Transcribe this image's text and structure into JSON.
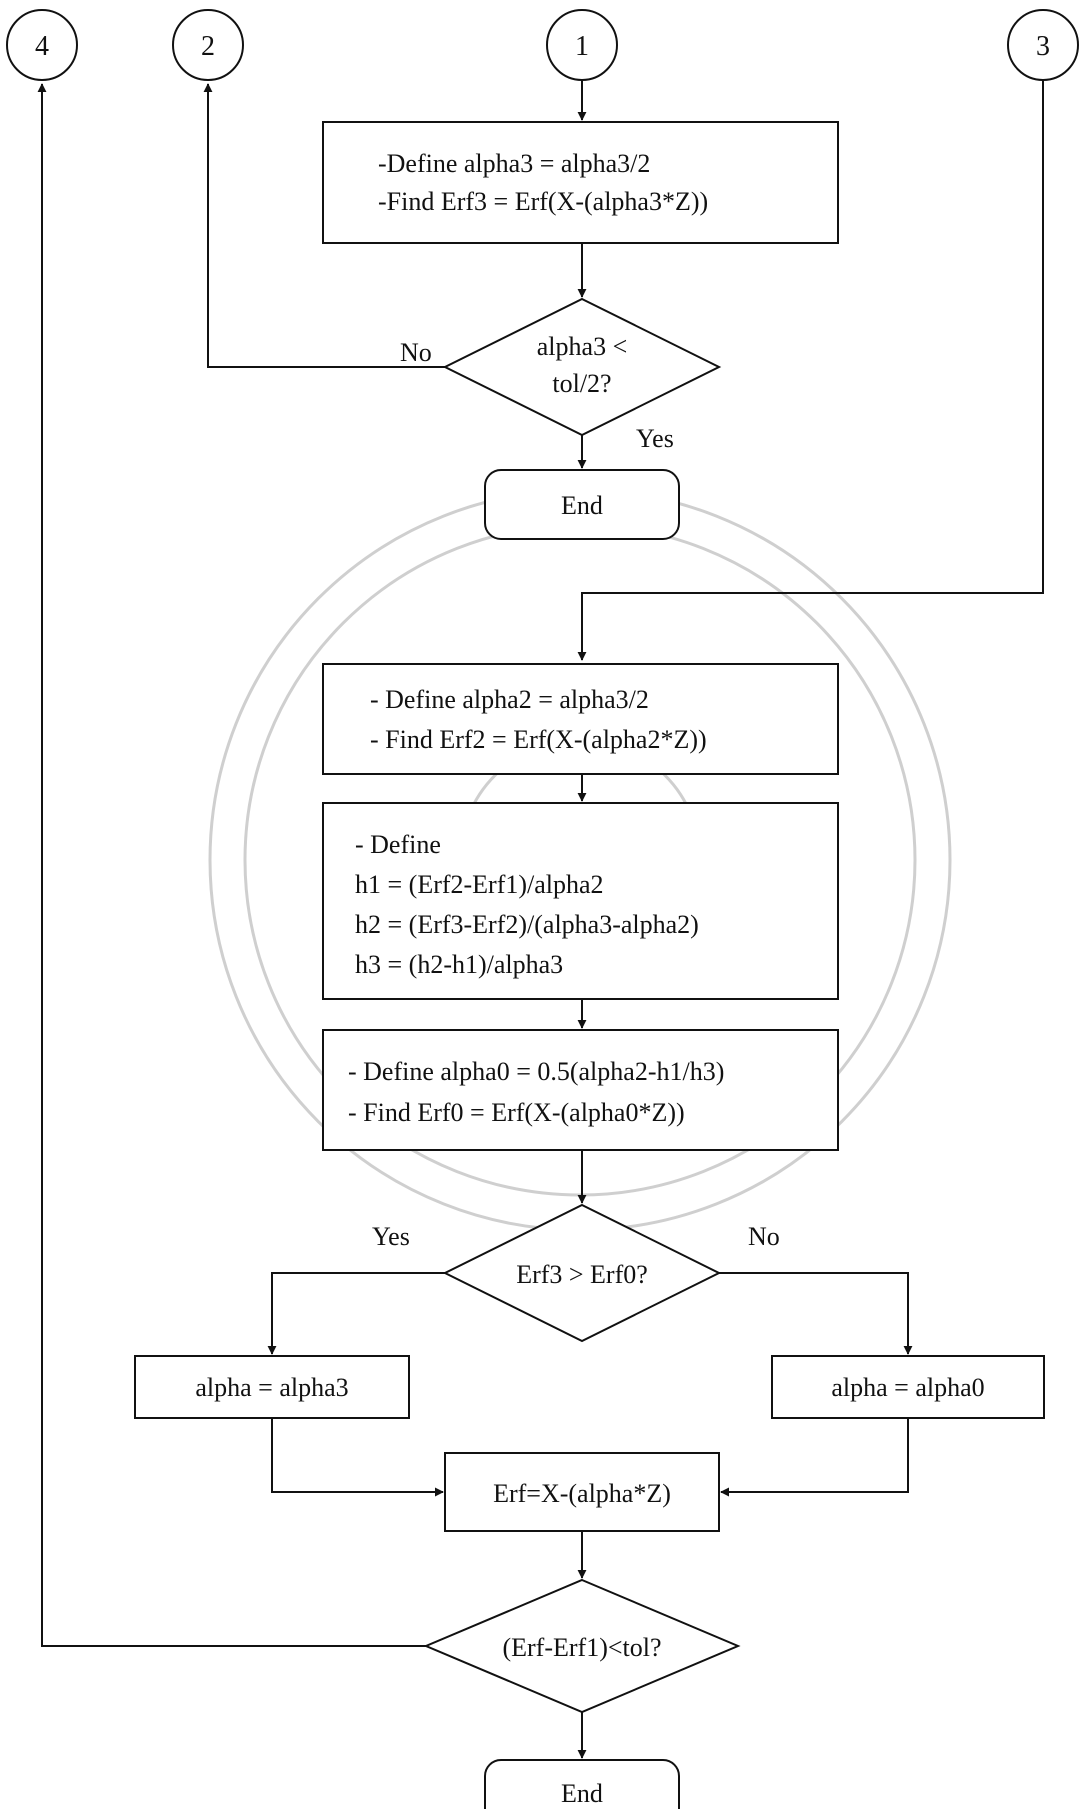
{
  "connectors": {
    "c4": "4",
    "c2": "2",
    "c1": "1",
    "c3": "3"
  },
  "top": {
    "box_line1": "-Define alpha3 = alpha3/2",
    "box_line2": "-Find Erf3 = Erf(X-(alpha3*Z))",
    "decision_line1": "alpha3 <",
    "decision_line2": "tol/2?",
    "no_label": "No",
    "yes_label": "Yes",
    "end": "End"
  },
  "middle": {
    "box1_line1": "- Define alpha2 = alpha3/2",
    "box1_line2": "- Find Erf2 = Erf(X-(alpha2*Z))",
    "box2_line1": "- Define",
    "box2_line2": "h1 = (Erf2-Erf1)/alpha2",
    "box2_line3": "h2 = (Erf3-Erf2)/(alpha3-alpha2)",
    "box2_line4": "h3 = (h2-h1)/alpha3",
    "box3_line1": "- Define alpha0 = 0.5(alpha2-h1/h3)",
    "box3_line2": "- Find Erf0 = Erf(X-(alpha0*Z))"
  },
  "compare": {
    "decision": "Erf3 > Erf0?",
    "yes_label": "Yes",
    "no_label": "No",
    "left_box": "alpha = alpha3",
    "right_box": "alpha = alpha0"
  },
  "bottom": {
    "erf_box": "Erf=X-(alpha*Z)",
    "decision": "(Erf-Erf1)<tol?",
    "end": "End"
  }
}
